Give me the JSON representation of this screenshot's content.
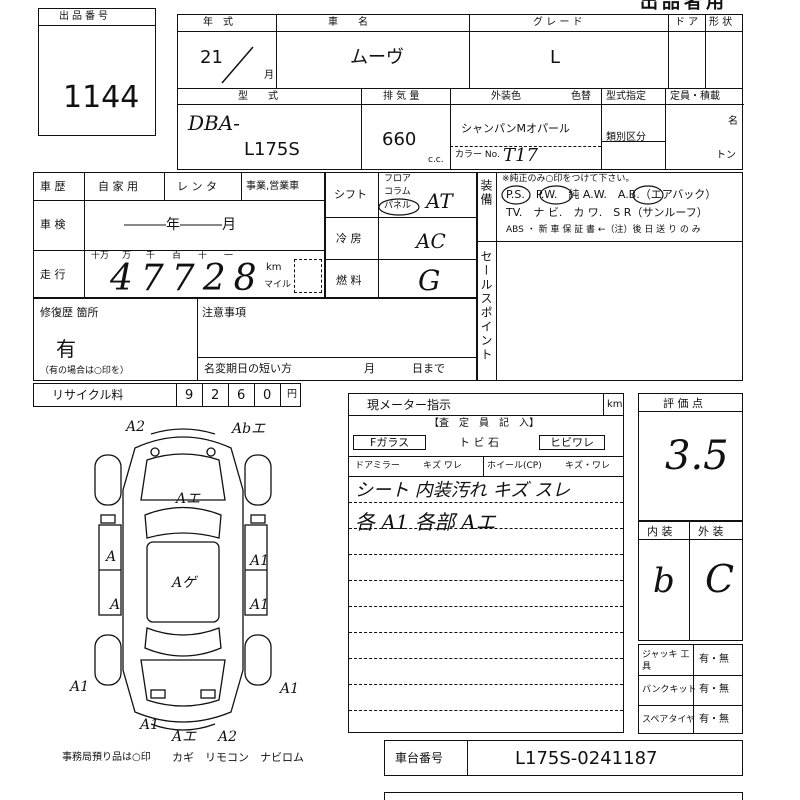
{
  "header": {
    "title": "出品者用"
  },
  "lot": {
    "label": "出品番号",
    "number": "1144"
  },
  "top_row": {
    "year_label": "年　式",
    "year_value": "21",
    "month_unit": "月",
    "car_label": "車　　名",
    "car_value": "ムーヴ",
    "grade_label": "グ レ ー ド",
    "grade_value": "L",
    "door_label": "ド ア",
    "shape_label": "形 状"
  },
  "second_row": {
    "model_label": "型　　式",
    "model_prefix": "DBA-",
    "model_value": "L175S",
    "displacement_label": "排 気 量",
    "displacement_value": "660",
    "cc_unit": "c.c.",
    "color_label": "外装色",
    "color_value": "シャンパンMオパール",
    "color_replace_label": "色替",
    "color_no_label": "カラー No.",
    "color_no_value": "T17",
    "type_designation_label": "型式指定",
    "class_label": "類別区分",
    "capacity_label": "定員・積載",
    "person_unit": "名",
    "ton_unit": "トン"
  },
  "history": {
    "label": "車 歴",
    "opt1": "自 家 用",
    "opt2": "レ ン タ",
    "opt3": "事業,営業車",
    "inspection_label": "車 検",
    "inspection_value": "―――年―――月",
    "mileage_label": "走 行",
    "digit_headers": [
      "十万",
      "万",
      "千",
      "百",
      "十",
      "一"
    ],
    "mileage_value": "47728",
    "km_unit": "km",
    "mile_unit": "マイル"
  },
  "shift": {
    "label": "シフト",
    "opt_floor": "フロア",
    "opt_column": "コラム",
    "opt_panel": "パネル",
    "value": "AT",
    "ac_label": "冷 房",
    "ac_value": "AC",
    "fuel_label": "燃 料",
    "fuel_value": "G"
  },
  "equipment": {
    "label": "装備",
    "note": "※純正のみ○印をつけて下さい。",
    "line1": "P.S.　P.W.　純 A.W.　A.B.（エアバック）",
    "line2": "TV.　ナ ビ.　カ ワ.　S R（サンルーフ）",
    "line3": "ABS ・ 新 車 保 証 書 ←（注）後 日 送 り の み"
  },
  "sales_point": {
    "label": "セールスポイント"
  },
  "repair": {
    "label": "修復歴 箇所",
    "value": "有",
    "note": "（有の場合は○印を）"
  },
  "caution": {
    "label": "注意事項",
    "deadline_label": "名変期日の短い方",
    "month_unit": "月",
    "day_unit": "日まで"
  },
  "recycle": {
    "label": "リサイクル料",
    "digits": [
      "9",
      "2",
      "6",
      "0"
    ],
    "yen_unit": "円"
  },
  "meter": {
    "label": "現メーター指示",
    "km_unit": "km"
  },
  "inspector": {
    "title": "【査　定　員　記　入】",
    "glass_label": "Fガラス",
    "stone_label": "ト ビ 石",
    "crack_label": "ヒビワレ",
    "mirror_label": "ドアミラー",
    "mirror_opts": "キズ ワレ",
    "wheel_label": "ホイール(CP)",
    "wheel_opts": "キズ・ワレ",
    "notes": [
      "シート 内装汚れ キズ スレ",
      "各 A1 各部 Aエ"
    ]
  },
  "score": {
    "label": "評 価 点",
    "value": "3.5",
    "interior_label": "内 装",
    "interior_value": "b",
    "exterior_label": "外 装",
    "exterior_value": "C"
  },
  "jack": {
    "tool_label": "ジャッキ 工　具",
    "tool_value": "有・無",
    "puncture_label": "パンクキット",
    "puncture_value": "有・無",
    "spare_label": "スペアタイヤ",
    "spare_value": "有・無"
  },
  "chassis": {
    "label": "車台番号",
    "value": "L175S-0241187"
  },
  "footer": {
    "left": "事務局預り品は○印",
    "items": "カギ　リモコン　ナビロム"
  },
  "diagram_marks": {
    "front_left": "A2",
    "front_right": "Abエ",
    "hood": "Aエ",
    "roof": "Aゲ",
    "side_l1": "A",
    "side_l2": "A",
    "side_r1": "A1",
    "side_r2": "A1",
    "rear_l": "A1",
    "rear_r": "A1",
    "bottom_1": "A1",
    "bottom_2": "Aエ",
    "bottom_3": "A2"
  }
}
